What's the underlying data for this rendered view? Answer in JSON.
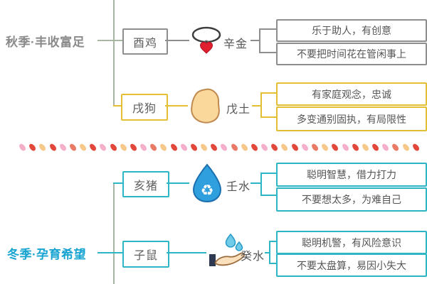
{
  "colors": {
    "autumn_label": "#8a8a8a",
    "winter_label": "#17a3d1",
    "rooster_accent": "#8e8e8e",
    "dog_accent": "#e4bf35",
    "water_accent": "#2fb6c6",
    "trunk_line": "#a8b5a2",
    "drop_fill": "#2f9fdd",
    "heart_fill": "#e01f2f",
    "stone_fill": "#fad79a"
  },
  "sections": [
    {
      "season": {
        "label": "秋季·丰收富足"
      },
      "rows": [
        {
          "animal": "酉鸡",
          "stem": "辛金",
          "icon": "necklace-icon",
          "traits": [
            "乐于助人，有创意",
            "不要把时间花在管闲事上"
          ]
        },
        {
          "animal": "戌狗",
          "stem": "戊土",
          "icon": "stone-icon",
          "traits": [
            "有家庭观念，忠诚",
            "多变通别固执，有局限性"
          ]
        }
      ]
    },
    {
      "season": {
        "label": "冬季·孕育希望"
      },
      "rows": [
        {
          "animal": "亥猪",
          "stem": "壬水",
          "icon": "waterdrop-recycle-icon",
          "traits": [
            "聪明智慧，借力打力",
            "不要想太多，为难自己"
          ]
        },
        {
          "animal": "子鼠",
          "stem": "癸水",
          "icon": "hand-water-icon",
          "traits": [
            "聪明机警，有风险意识",
            "不要太盘算，易因小失大"
          ]
        }
      ]
    }
  ],
  "divider": {
    "count": 40,
    "petal_colors": [
      "#f4afca",
      "#e2473b",
      "#f6c98b",
      "#e2473b",
      "#f4afca",
      "#e87a66",
      "#f6c98b",
      "#e2473b"
    ]
  }
}
